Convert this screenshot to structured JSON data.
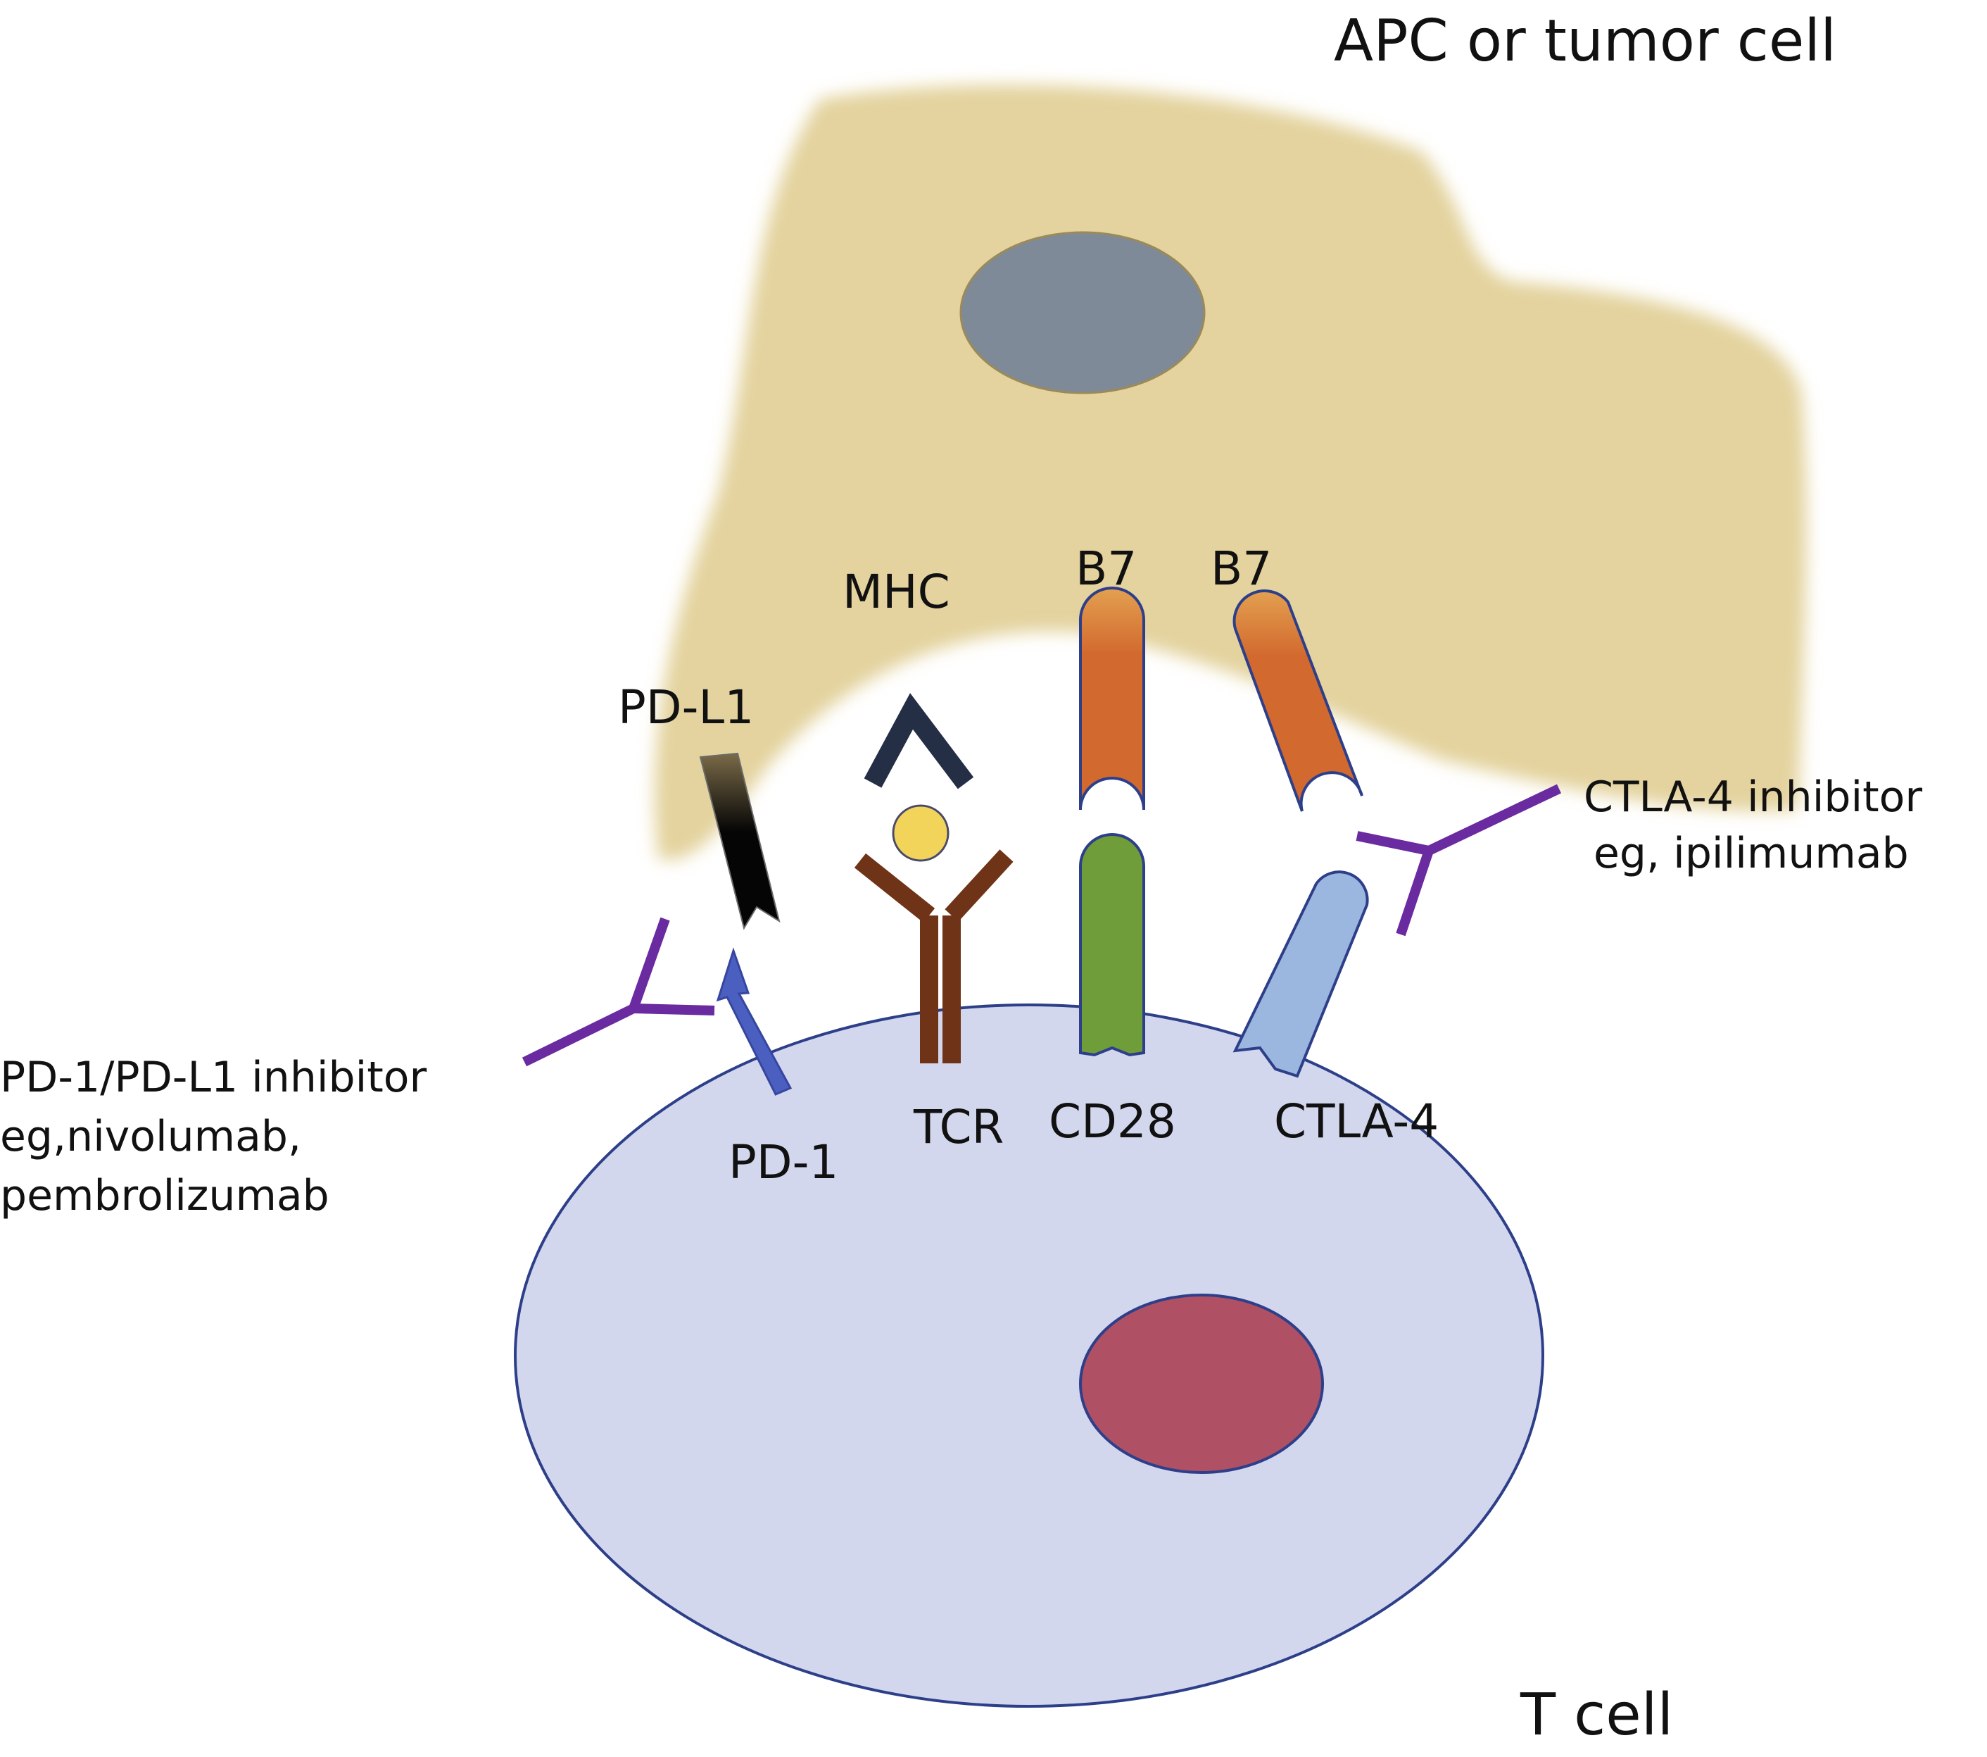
{
  "labels": {
    "apc_cell": "APC or tumor cell",
    "t_cell": "T cell",
    "pd_l1": "PD-L1",
    "mhc": "MHC",
    "b7_left": "B7",
    "b7_right": "B7",
    "pd_1": "PD-1",
    "tcr": "TCR",
    "cd28": "CD28",
    "ctla_4": "CTLA-4"
  },
  "inhibitors": {
    "ctla4": {
      "line1": "CTLA-4 inhibitor",
      "line2": "eg, ipilimumab"
    },
    "pd1": {
      "line1": "PD-1/PD-L1 inhibitor",
      "line2": "eg,nivolumab,",
      "line3": "pembrolizumab"
    }
  },
  "colors": {
    "apc_fill": "#e6d6a2",
    "apc_nucleus": "#7f8a99",
    "t_cell_fill": "#d3d7ee",
    "t_cell_stroke": "#2e3f8a",
    "t_cell_nucleus": "#b05064",
    "pd_l1": "#050505",
    "mhc": "#242e45",
    "antigen": "#f2d45a",
    "tcr": "#6f3317",
    "b7": "#d2692e",
    "cd28": "#6e9d3a",
    "ctla_4": "#9bb7df",
    "pd_1": "#4a5fbf",
    "antibody": "#6a2aa0"
  }
}
